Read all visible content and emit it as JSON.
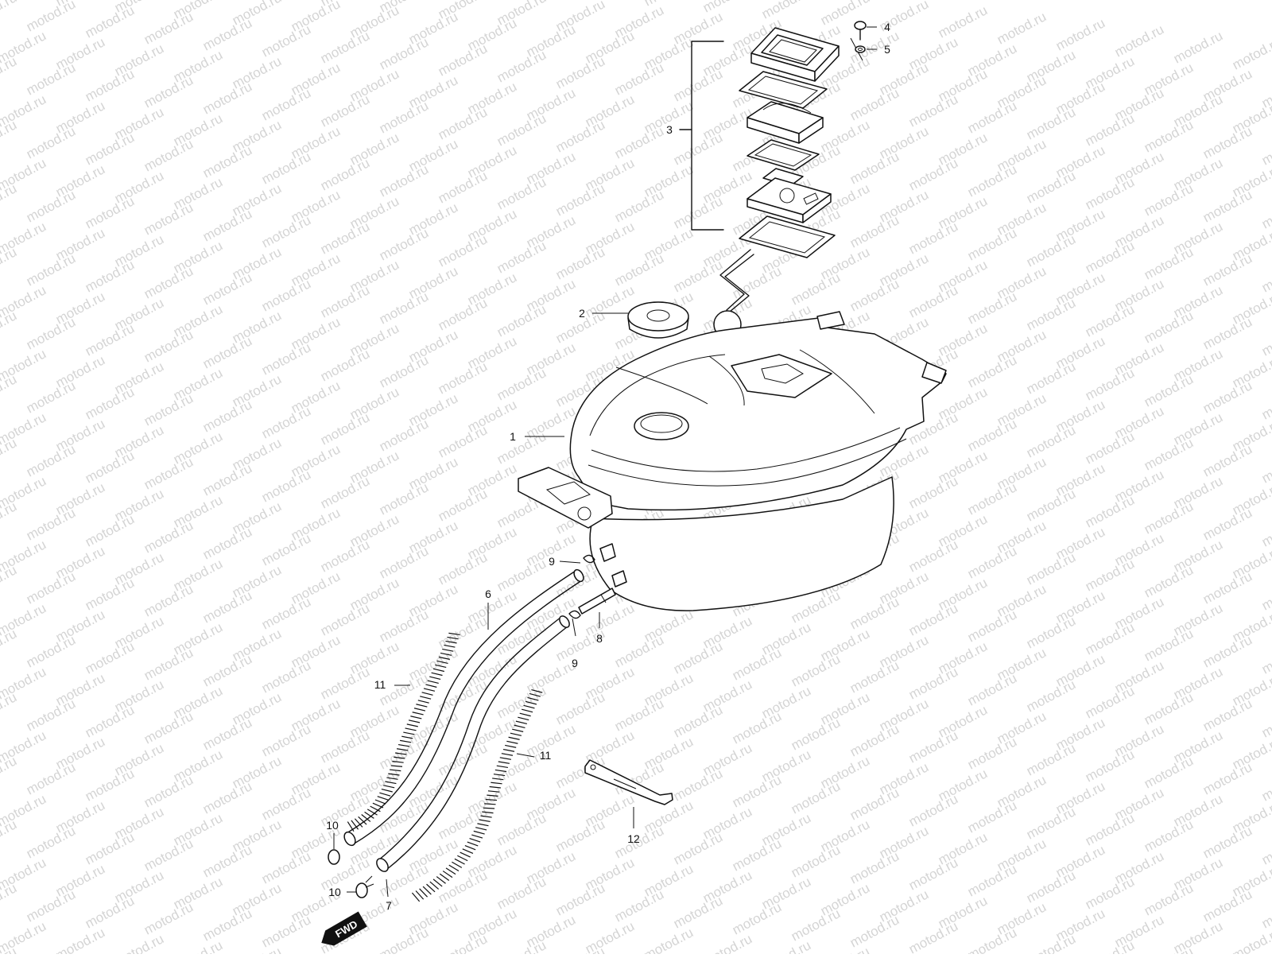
{
  "watermark": {
    "text": "motod.ru"
  },
  "callouts": [
    {
      "id": "1",
      "label": "1",
      "part": "fuel-tank"
    },
    {
      "id": "2",
      "label": "2",
      "part": "fuel-cap"
    },
    {
      "id": "3",
      "label": "3",
      "part": "fuel-gauge-assembly"
    },
    {
      "id": "4",
      "label": "4",
      "part": "screw"
    },
    {
      "id": "5",
      "label": "5",
      "part": "washer"
    },
    {
      "id": "6",
      "label": "6",
      "part": "fuel-hose"
    },
    {
      "id": "7",
      "label": "7",
      "part": "vent-hose"
    },
    {
      "id": "8",
      "label": "8",
      "part": "joint-pipe"
    },
    {
      "id": "9a",
      "label": "9",
      "part": "clip-upper"
    },
    {
      "id": "9b",
      "label": "9",
      "part": "clip-lower"
    },
    {
      "id": "10a",
      "label": "10",
      "part": "clamp-upper"
    },
    {
      "id": "10b",
      "label": "10",
      "part": "clamp-lower"
    },
    {
      "id": "11a",
      "label": "11",
      "part": "spring-left"
    },
    {
      "id": "11b",
      "label": "11",
      "part": "spring-right"
    },
    {
      "id": "12",
      "label": "12",
      "part": "bracket"
    }
  ],
  "direction_badge": {
    "label": "FWD"
  }
}
